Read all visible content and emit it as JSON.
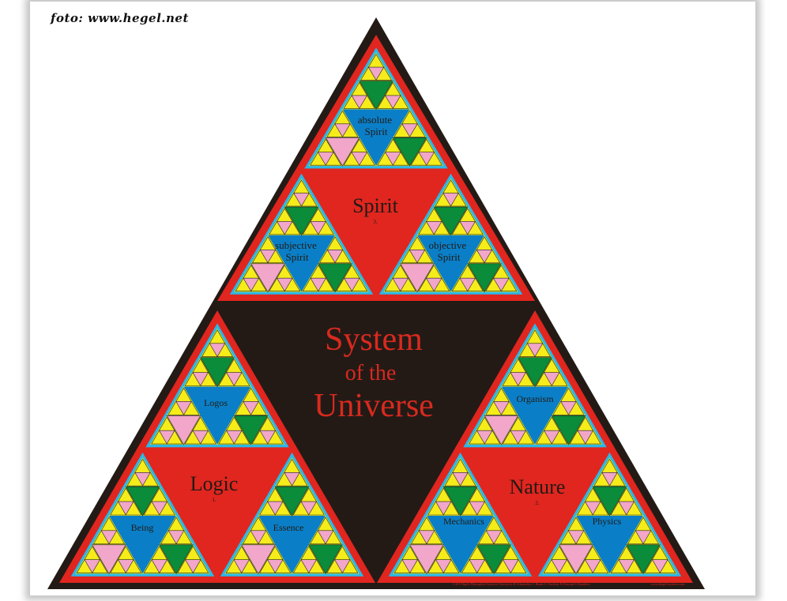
{
  "credit": "foto: www.hegel.net",
  "title": {
    "line1": "System",
    "line2": "of the",
    "line3": "Universe"
  },
  "sections": {
    "spirit": {
      "name": "Spirit",
      "number": "3."
    },
    "logic": {
      "name": "Logic",
      "number": "1."
    },
    "nature": {
      "name": "Nature",
      "number": "2."
    }
  },
  "subsections": {
    "absolute_spirit": "absolute Spirit",
    "subjective_spirit": "subjective Spirit",
    "objective_spirit": "objective Spirit",
    "logos": "Logos",
    "being": "Being",
    "essence": "Essence",
    "organism": "Organism",
    "mechanics": "Mechanics",
    "physics": "Physics"
  },
  "footer": {
    "citation": "G.W.F. Hegel's Philosophical System of Universe by H. Schumacher, C. Brauer, L. Osterholz, B. Ernst and S. Kazakevic",
    "url": "www.hegel-system.com"
  },
  "colors": {
    "black": "#231a16",
    "red": "#e0261f",
    "blue": "#0a7fc7",
    "yellow": "#f5ec1a",
    "green": "#0a8c3a",
    "pink": "#f2a6c9",
    "title_red": "#d82a1f",
    "border_cyan": "#2bb7e6"
  }
}
